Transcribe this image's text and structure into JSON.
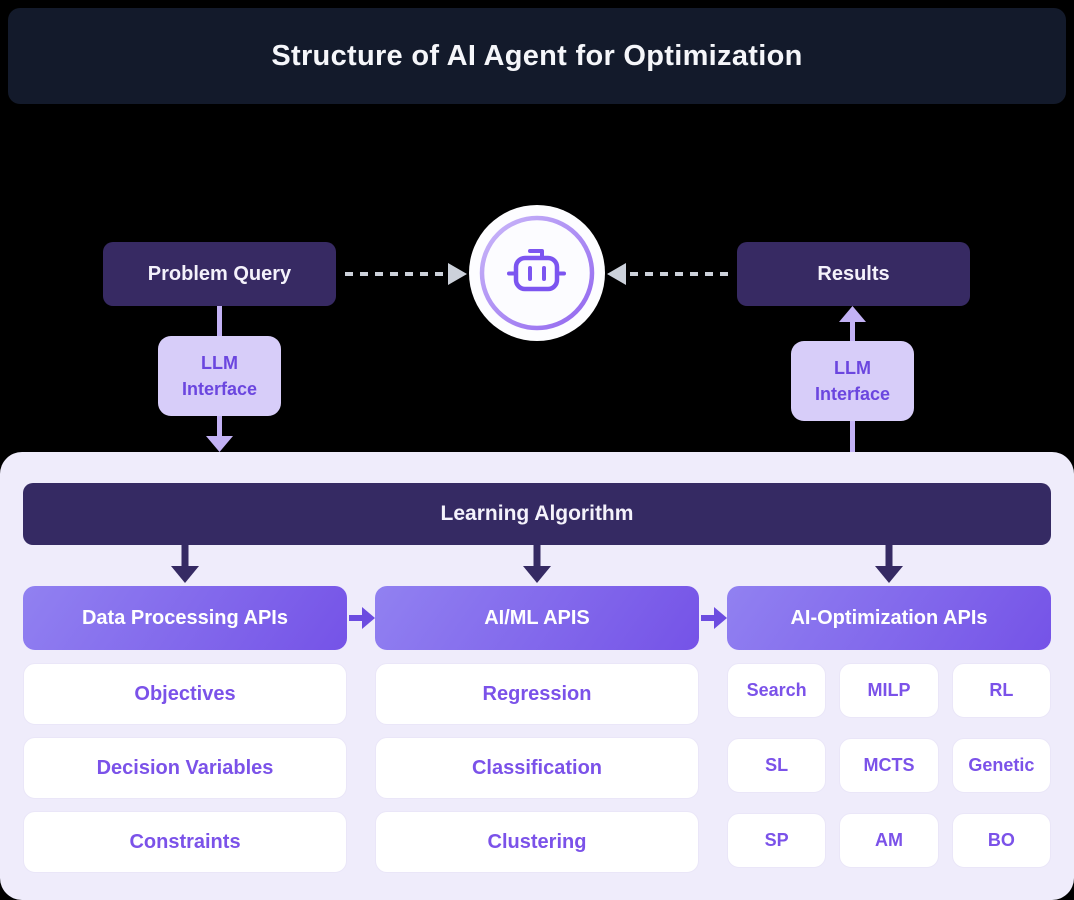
{
  "title": "Structure of AI Agent for Optimization",
  "flow": {
    "input_label": "Problem Query",
    "output_label": "Results",
    "llm_label_line1": "LLM",
    "llm_label_line2": "Interface"
  },
  "icons": {
    "agent": "robot-icon"
  },
  "panel": {
    "learning_algorithm_label": "Learning Algorithm",
    "columns": [
      {
        "header": "Data Processing APIs",
        "items": [
          "Objectives",
          "Decision Variables",
          "Constraints"
        ]
      },
      {
        "header": "AI/ML APIS",
        "items": [
          "Regression",
          "Classification",
          "Clustering"
        ]
      },
      {
        "header": "AI-Optimization APIs",
        "items": [
          "Search",
          "MILP",
          "RL",
          "SL",
          "MCTS",
          "Genetic",
          "SP",
          "AM",
          "BO"
        ]
      }
    ]
  },
  "colors": {
    "page-bg": "#000000",
    "header-bg": "#131a2b",
    "title-text": "#f5f6fa",
    "dark-box": "#372a63",
    "bar-bg": "#352a63",
    "llm-box": "#d7cdf9",
    "llm-text": "#6b46df",
    "panel-bg": "#efecfb",
    "card-bg": "#ffffff",
    "card-text": "#7b52e9",
    "btn-grad-1": "#9181f1",
    "btn-grad-2": "#7553e7",
    "btn-arrow": "#6c4ce0",
    "connector-purple": "#c3b2f5",
    "connector-dark": "#352a63",
    "dashed-gray": "#ccd1da",
    "ring-grad-1": "#cbb9f9",
    "ring-grad-2": "#9165ef",
    "robot": "#7c55f0",
    "circle-bg": "#fdfdff"
  }
}
